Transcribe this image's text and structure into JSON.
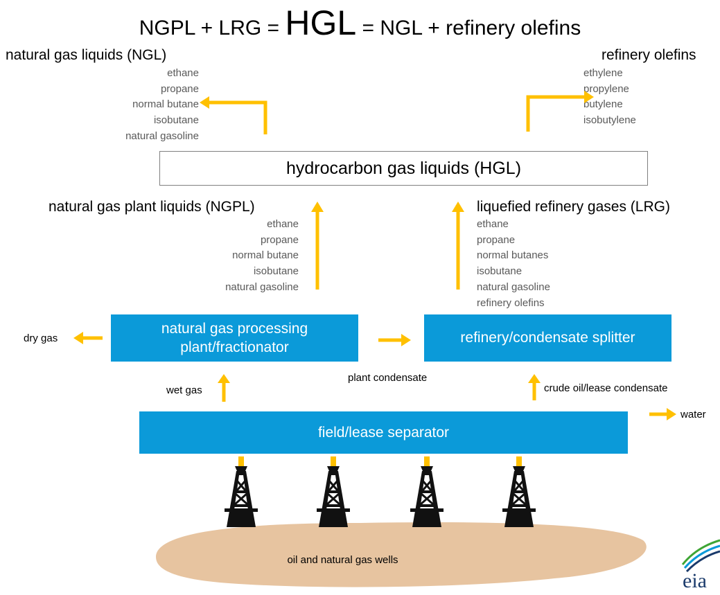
{
  "title": {
    "prefix": "NGPL + LRG = ",
    "big": "HGL",
    "suffix": " = NGL + refinery olefins"
  },
  "ngl": {
    "heading": "natural gas liquids (NGL)",
    "items": [
      "ethane",
      "propane",
      "normal butane",
      "isobutane",
      "natural gasoline"
    ]
  },
  "olefins": {
    "heading": "refinery olefins",
    "items": [
      "ethylene",
      "propylene",
      "butylene",
      "isobutylene"
    ]
  },
  "hgl_box": "hydrocarbon gas liquids (HGL)",
  "ngpl": {
    "heading": "natural gas plant liquids (NGPL)",
    "items": [
      "ethane",
      "propane",
      "normal butane",
      "isobutane",
      "natural gasoline"
    ]
  },
  "lrg": {
    "heading": "liquefied refinery gases (LRG)",
    "items": [
      "ethane",
      "propane",
      "normal butanes",
      "isobutane",
      "natural gasoline",
      "refinery olefins"
    ]
  },
  "processing_plant": [
    "natural gas processing",
    "plant/fractionator"
  ],
  "refinery": "refinery/condensate splitter",
  "separator": "field/lease separator",
  "labels": {
    "dry_gas": "dry gas",
    "wet_gas": "wet gas",
    "plant_condensate": "plant condensate",
    "crude_oil": "crude oil/lease condensate",
    "water": "water"
  },
  "wells": "oil and natural gas wells",
  "logo": "eia",
  "colors": {
    "box_blue": "#0b9ad9",
    "arrow_gold": "#ffc000",
    "ground_tan": "#e7c4a0",
    "list_gray": "#595959"
  }
}
